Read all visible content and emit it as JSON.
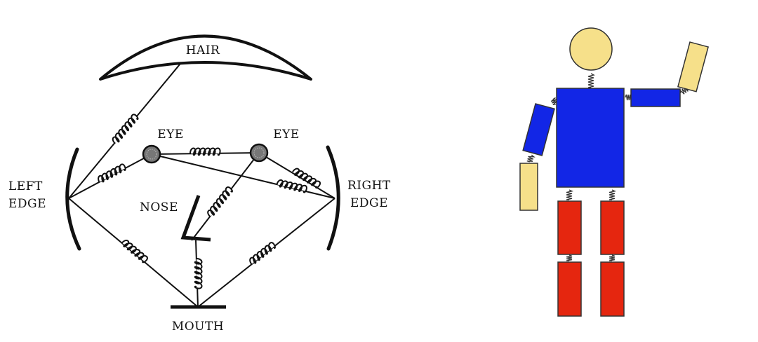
{
  "face_model": {
    "labels": {
      "hair": "HAIR",
      "eye_left": "EYE",
      "eye_right": "EYE",
      "left_edge_line1": "LEFT",
      "left_edge_line2": "EDGE",
      "right_edge_line1": "RIGHT",
      "right_edge_line2": "EDGE",
      "nose": "NOSE",
      "mouth": "MOUTH"
    }
  },
  "figure_model": {
    "colors": {
      "head": "#f6e08a",
      "torso": "#1226e6",
      "upper_arm": "#1226e6",
      "hand": "#f6e08a",
      "leg": "#e5260f",
      "outline": "#333333"
    }
  }
}
